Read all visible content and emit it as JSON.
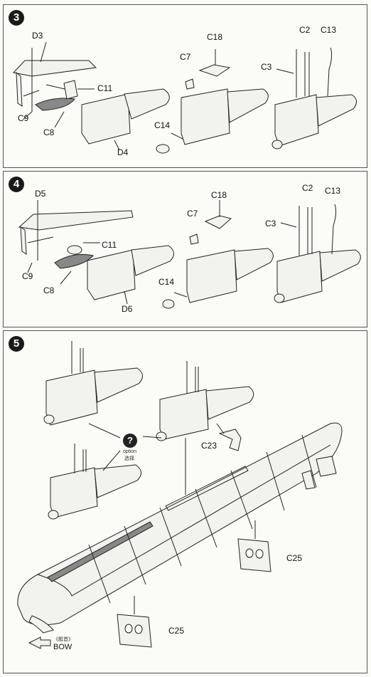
{
  "steps": [
    {
      "number": "3",
      "labels": {
        "d3": "D3",
        "c11": "C11",
        "c9": "C9",
        "c8": "C8",
        "d4": "D4",
        "c18": "C18",
        "c7": "C7",
        "c14": "C14",
        "c2": "C2",
        "c13": "C13",
        "c3": "C3"
      }
    },
    {
      "number": "4",
      "labels": {
        "d5": "D5",
        "c11": "C11",
        "c9": "C9",
        "c8": "C8",
        "d6": "D6",
        "c18": "C18",
        "c7": "C7",
        "c14": "C14",
        "c2": "C2",
        "c13": "C13",
        "c3": "C3"
      }
    },
    {
      "number": "5",
      "labels": {
        "c23": "C23",
        "c25a": "C25",
        "c25b": "C25",
        "option_en": "option",
        "option_cn": "选择",
        "question": "?",
        "bow_cn": "《艇首》",
        "bow_en": "BOW"
      }
    }
  ]
}
